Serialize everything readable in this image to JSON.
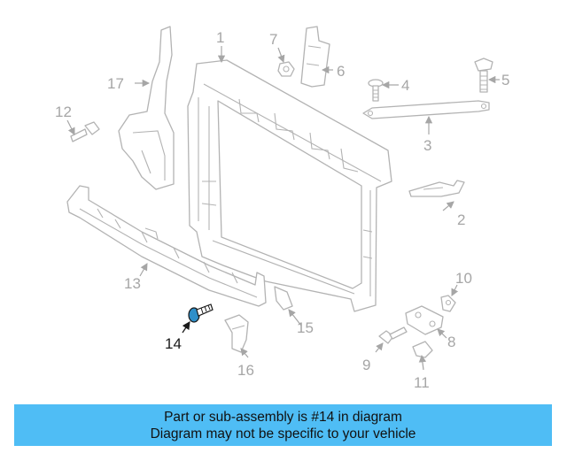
{
  "diagram": {
    "callouts": [
      "1",
      "2",
      "3",
      "4",
      "5",
      "6",
      "7",
      "8",
      "9",
      "10",
      "11",
      "12",
      "13",
      "14",
      "15",
      "16",
      "17"
    ],
    "highlighted": "14",
    "part_color": "#b3b3b3",
    "highlight_color": "#1a1a1a"
  },
  "banner": {
    "line1": "Part or sub-assembly is #14 in diagram",
    "line2": "Diagram may not be specific to your vehicle",
    "color": "#4fbdf5"
  }
}
